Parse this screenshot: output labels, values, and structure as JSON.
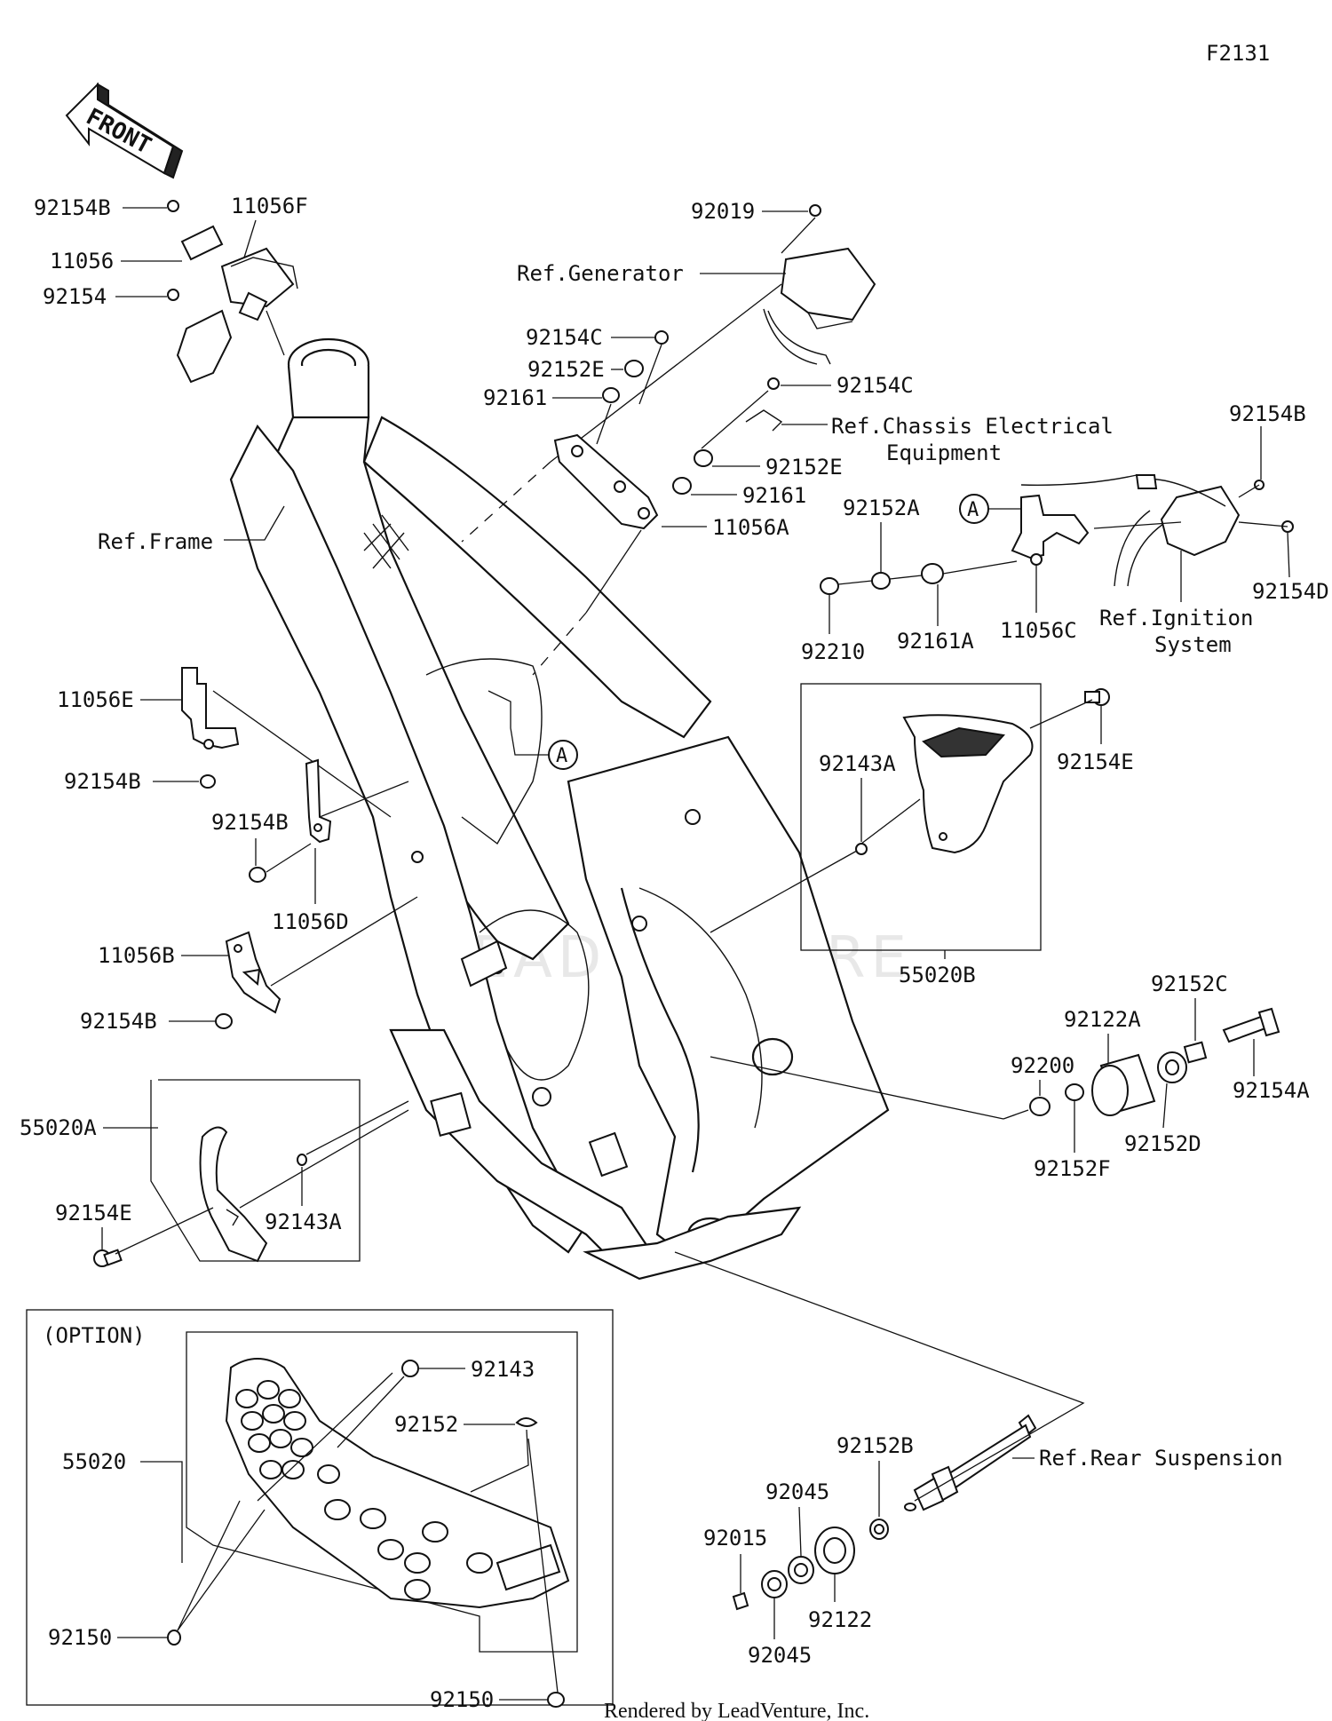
{
  "figure_id": "F2131",
  "front_arrow": "FRONT",
  "option_label": "(OPTION)",
  "credit": "Rendered by LeadVenture, Inc.",
  "watermark": "LEADVENTURE",
  "callout_marker": "A",
  "labels": {
    "p92154B_top": "92154B",
    "p11056F": "11056F",
    "p11056": "11056",
    "p92154": "92154",
    "p92019": "92019",
    "ref_generator": "Ref.Generator",
    "p92154C_1": "92154C",
    "p92152E_1": "92152E",
    "p92161_1": "92161",
    "p92154C_2": "92154C",
    "ref_chassis_1": "Ref.Chassis Electrical",
    "ref_chassis_2": "Equipment",
    "p92152E_2": "92152E",
    "p92161_2": "92161",
    "p11056A": "11056A",
    "p92154B_right": "92154B",
    "ref_frame": "Ref.Frame",
    "p92152A": "92152A",
    "p92154D": "92154D",
    "p92210": "92210",
    "p92161A": "92161A",
    "p11056C": "11056C",
    "ref_ignition_1": "Ref.Ignition",
    "ref_ignition_2": "System",
    "p11056E": "11056E",
    "p92154E_right": "92154E",
    "p92143A_right": "92143A",
    "p92154B_mid1": "92154B",
    "p92154B_mid2": "92154B",
    "p11056D": "11056D",
    "p55020B": "55020B",
    "p11056B": "11056B",
    "p92154B_mid3": "92154B",
    "p92152C": "92152C",
    "p92122A": "92122A",
    "p92200": "92200",
    "p92154A": "92154A",
    "p55020A": "55020A",
    "p92152D": "92152D",
    "p92152F": "92152F",
    "p92154E_left": "92154E",
    "p92143A_left": "92143A",
    "p92143": "92143",
    "p92152": "92152",
    "p55020": "55020",
    "p92152B": "92152B",
    "ref_rear_suspension": "Ref.Rear Suspension",
    "p92045_top": "92045",
    "p92015": "92015",
    "p92122": "92122",
    "p92045_bottom": "92045",
    "p92150_left": "92150",
    "p92150_bottom": "92150"
  }
}
